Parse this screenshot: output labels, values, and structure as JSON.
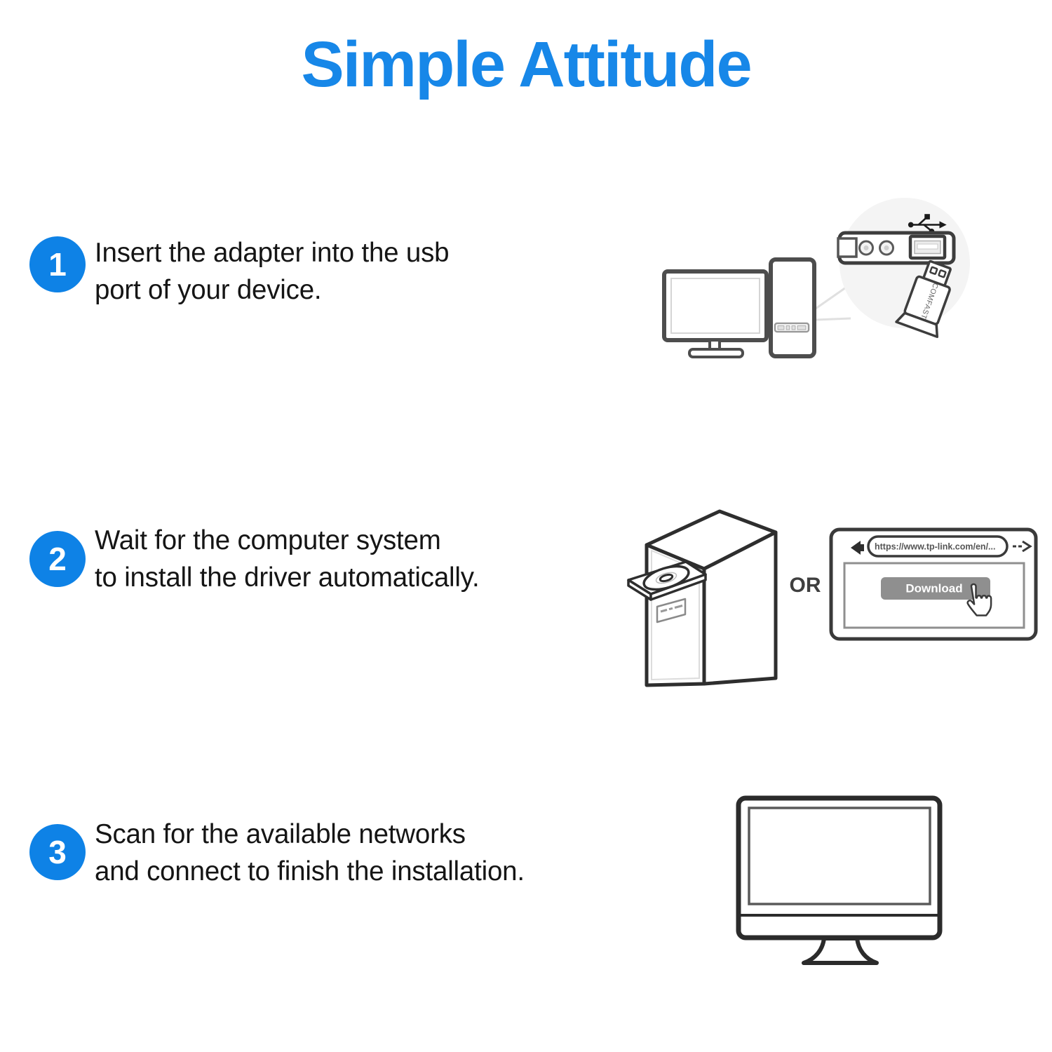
{
  "page_title": "Simple Attitude",
  "colors": {
    "title_blue": "#1787e8",
    "badge_blue": "#0e82e6",
    "body_text": "#151515",
    "download_button_gray": "#8f8f8f",
    "line_art_gray": "#3d3d3d"
  },
  "steps": [
    {
      "number": "1",
      "line1": "Insert the adapter into the usb",
      "line2": "port of your device."
    },
    {
      "number": "2",
      "line1": "Wait for the computer system",
      "line2": "to install the driver automatically."
    },
    {
      "number": "3",
      "line1": "Scan for the available networks",
      "line2": "and connect to finish the installation."
    }
  ],
  "illustrations": {
    "step1": {
      "adapter_label": "COMFAST",
      "icons": [
        "monitor-icon",
        "tower-icon",
        "magnifier-circle",
        "usb-trident-icon",
        "usb-port",
        "audio-jack",
        "usb-adapter-icon"
      ]
    },
    "step2": {
      "or_label": "OR",
      "url_text": "https://www.tp-link.com/en/...",
      "download_label": "Download",
      "icons": [
        "cd-tower-icon",
        "cd-disc-icon",
        "browser-window-icon",
        "back-arrow-icon",
        "forward-arrow-icon",
        "hand-cursor-icon"
      ]
    },
    "step3": {
      "icons": [
        "imac-monitor-icon"
      ]
    }
  }
}
